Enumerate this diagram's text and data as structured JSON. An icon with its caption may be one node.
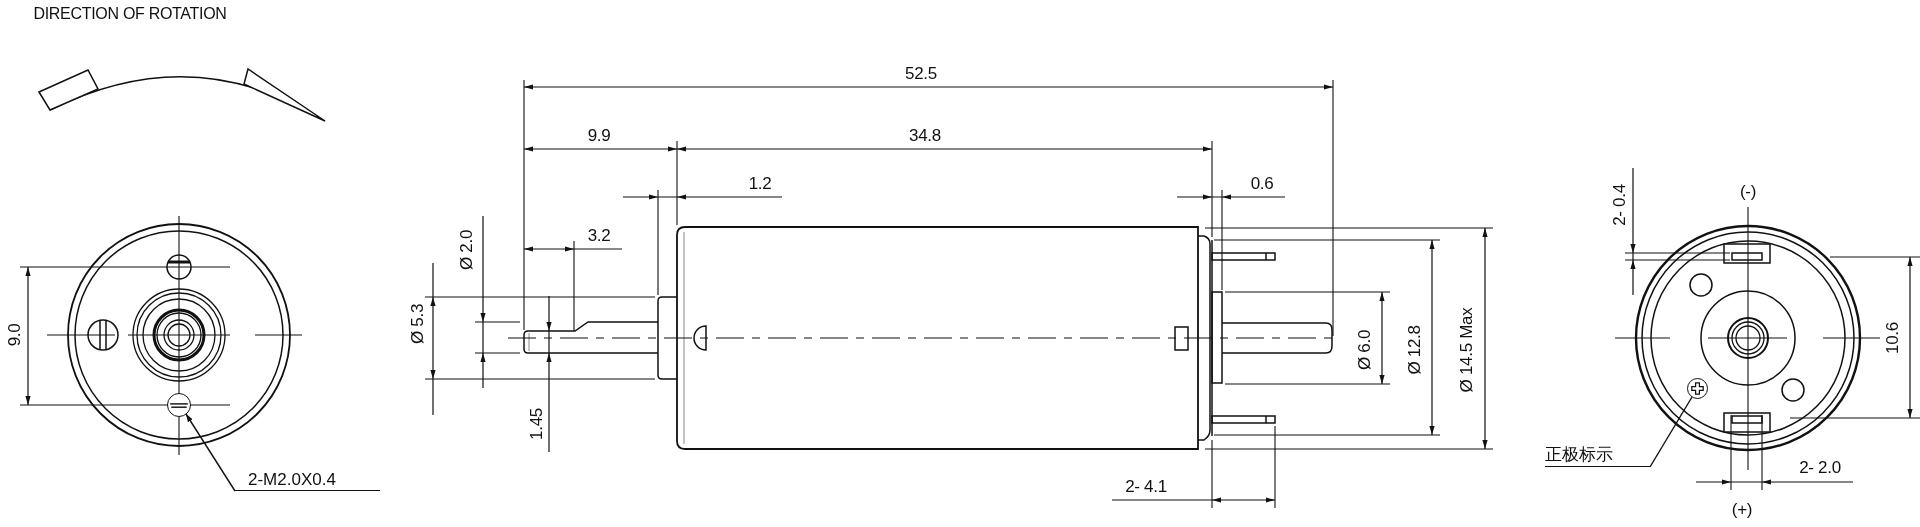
{
  "diagram": {
    "nodes": [
      {
        "text": [
          "2-M2.0X0.4"
        ]
      },
      {
        "text": [],
        "shape": "circle"
      },
      {
        "text": [
          "正极标示"
        ]
      },
      {
        "text": [],
        "shape": "circle"
      }
    ],
    "edges": [
      {
        "from": 0,
        "to": 1,
        "arrow": "to"
      },
      {
        "from": 2,
        "to": 3,
        "arrow": "none"
      }
    ],
    "labels": [
      "DIRECTION OF ROTATION",
      "52.5",
      "9.9",
      "34.8",
      "1.2",
      "0.6",
      "(-)",
      "2- 0.4",
      "3.2",
      "Ø 2.0",
      "9.0",
      "Ø 5.3",
      "Ø 6.0",
      "Ø 12.8",
      "Ø 14.5  Max",
      "10.6",
      "1.45",
      "2- 4.1",
      "2- 2.0",
      "(+)"
    ]
  }
}
